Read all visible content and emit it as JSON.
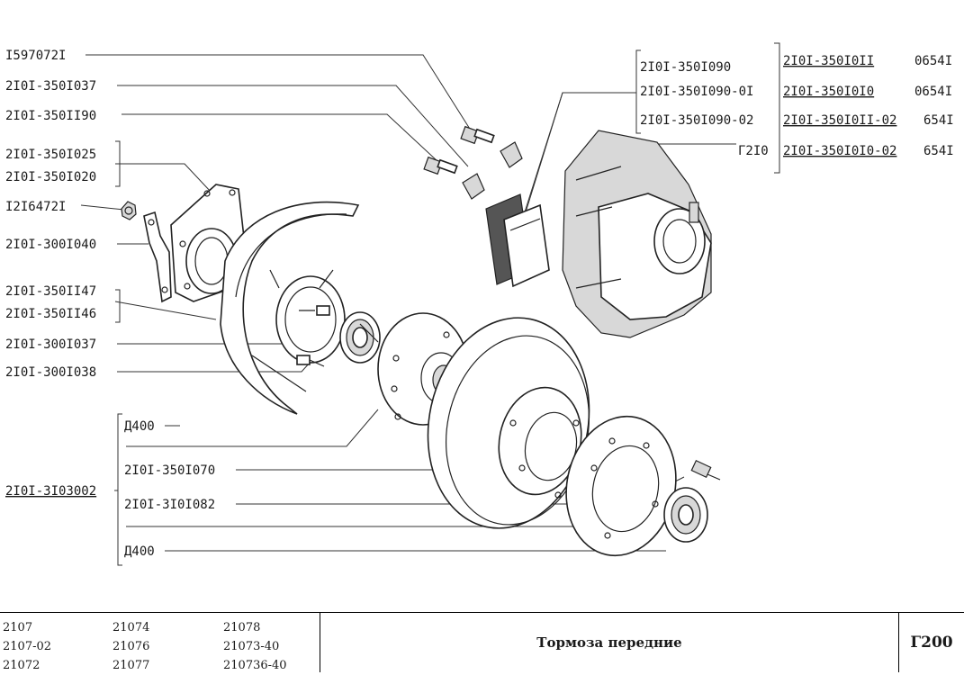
{
  "labels": {
    "l1": "I597072I",
    "l2": "2I0I-350I037",
    "l3": "2I0I-350II90",
    "l4": "2I0I-350I025",
    "l5": "2I0I-350I020",
    "l6": "I2I6472I",
    "l7": "2I0I-300I040",
    "l8": "2I0I-350II47",
    "l9": "2I0I-350II46",
    "l10": "2I0I-300I037",
    "l11": "2I0I-300I038",
    "l12": "Д400",
    "l13": "2I0I-3I03002",
    "l14": "2I0I-350I070",
    "l15": "2I0I-3I0I082",
    "l16": "Д400"
  },
  "caliper_table": {
    "pads": [
      "2I0I-350I090",
      "2I0I-350I090-0I",
      "2I0I-350I090-02",
      "Г2I0"
    ],
    "parts": [
      "2I0I-350I0II",
      "2I0I-350I0I0",
      "2I0I-350I0II-02",
      "2I0I-350I0I0-02"
    ],
    "codes": [
      "0654I",
      "0654I",
      "654I",
      "654I"
    ]
  },
  "footer": {
    "models_col1": [
      "2107",
      "2107-02",
      "21072"
    ],
    "models_col2": [
      "21074",
      "21076",
      "21077"
    ],
    "models_col3": [
      "21078",
      "21073-40",
      "210736-40"
    ],
    "title": "Тормоза передние",
    "page_code": "Г200"
  }
}
